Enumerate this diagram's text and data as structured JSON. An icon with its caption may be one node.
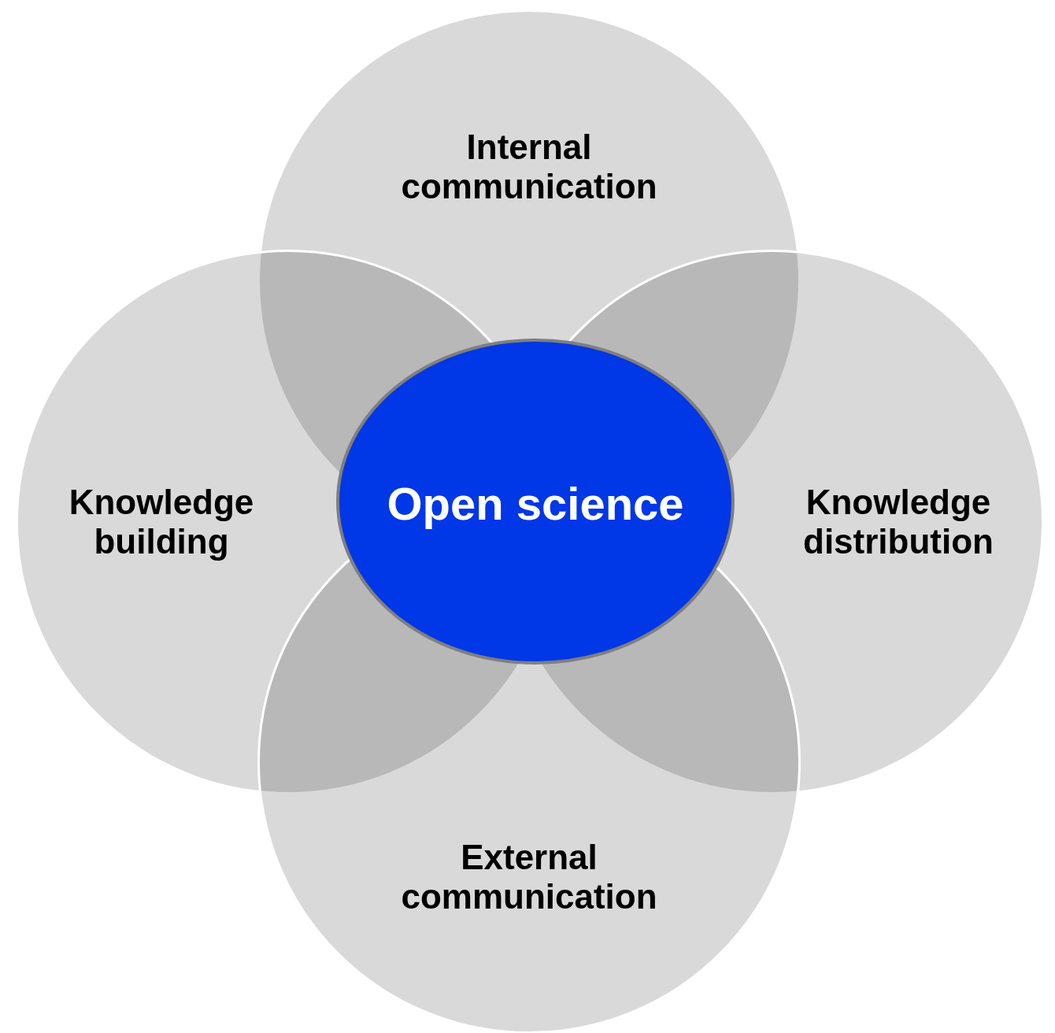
{
  "diagram": {
    "nodes": [
      {
        "text": [
          "Internal communication"
        ]
      },
      {
        "text": [
          "Knowledge building"
        ]
      },
      {
        "text": [
          "Open science"
        ]
      },
      {
        "text": [
          "Knowledge distribution"
        ]
      },
      {
        "text": [
          "External communication"
        ]
      }
    ]
  }
}
